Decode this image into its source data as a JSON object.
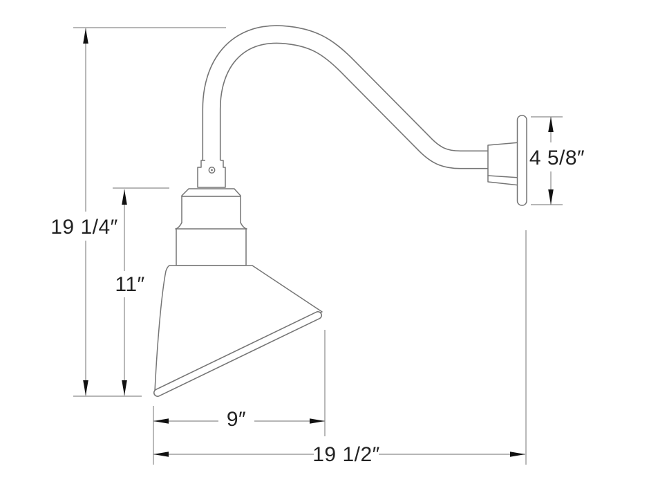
{
  "drawing": {
    "type": "technical-dimension-drawing",
    "subject": "Wall-mounted gooseneck barn light with angled shade, side elevation",
    "dimensions": {
      "overall_height": "19 1/4″",
      "shade_height": "11″",
      "backplate_height": "4 5/8″",
      "shade_width": "9″",
      "overall_projection": "19 1/2″"
    }
  },
  "colors": {
    "background": "#ffffff",
    "line": "#757575",
    "dim_line": "#8a8a8a",
    "arrow": "#111111",
    "text": "#222222"
  }
}
